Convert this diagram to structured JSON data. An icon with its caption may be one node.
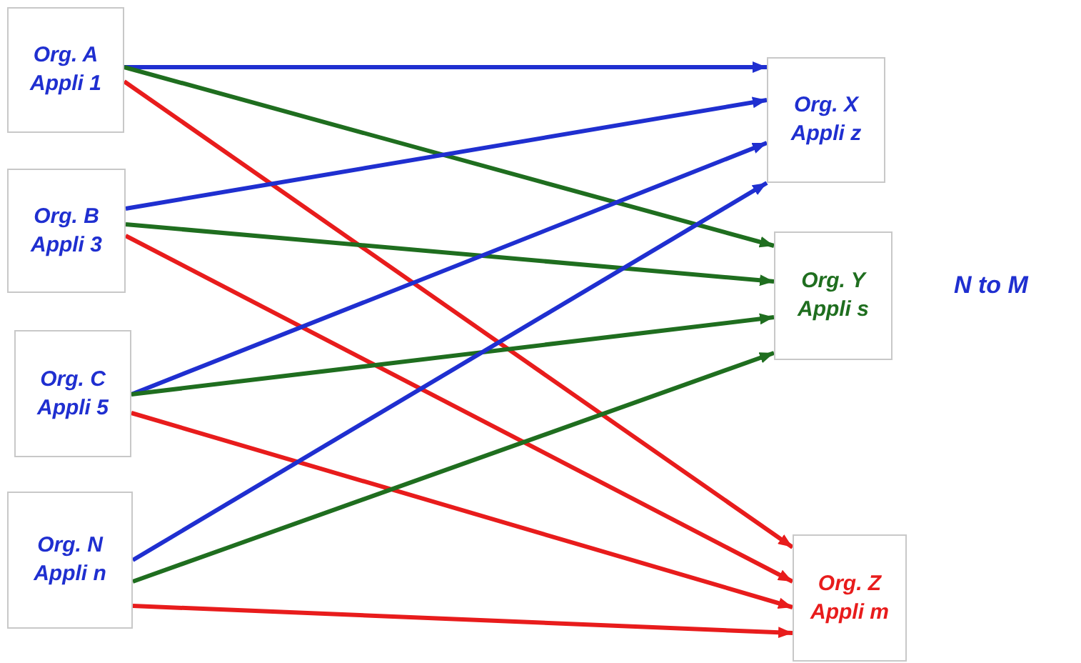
{
  "diagram": {
    "nodes": [
      {
        "text": [
          "Org. A",
          "Appli 1"
        ]
      },
      {
        "text": [
          "Org. B",
          "Appli 3"
        ]
      },
      {
        "text": [
          "Org. C",
          "Appli 5"
        ]
      },
      {
        "text": [
          "Org. N",
          "Appli n"
        ]
      },
      {
        "text": [
          "Org. X",
          "Appli z"
        ]
      },
      {
        "text": [
          "Org. Y",
          "Appli s"
        ]
      },
      {
        "text": [
          "Org. Z",
          "Appli m"
        ]
      }
    ],
    "edges": [
      {
        "from": 0,
        "to": 4,
        "arrow": "to",
        "color": "#1f2fd0"
      },
      {
        "from": 0,
        "to": 5,
        "arrow": "to",
        "color": "#1f6e1f"
      },
      {
        "from": 0,
        "to": 6,
        "arrow": "to",
        "color": "#e81c1c"
      },
      {
        "from": 1,
        "to": 4,
        "arrow": "to",
        "color": "#1f2fd0"
      },
      {
        "from": 1,
        "to": 5,
        "arrow": "to",
        "color": "#1f6e1f"
      },
      {
        "from": 1,
        "to": 6,
        "arrow": "to",
        "color": "#e81c1c"
      },
      {
        "from": 2,
        "to": 4,
        "arrow": "to",
        "color": "#1f2fd0"
      },
      {
        "from": 2,
        "to": 5,
        "arrow": "to",
        "color": "#1f6e1f"
      },
      {
        "from": 2,
        "to": 6,
        "arrow": "to",
        "color": "#e81c1c"
      },
      {
        "from": 3,
        "to": 4,
        "arrow": "to",
        "color": "#1f2fd0"
      },
      {
        "from": 3,
        "to": 5,
        "arrow": "to",
        "color": "#1f6e1f"
      },
      {
        "from": 3,
        "to": 6,
        "arrow": "to",
        "color": "#e81c1c"
      }
    ],
    "labels": [
      "N to M"
    ]
  }
}
